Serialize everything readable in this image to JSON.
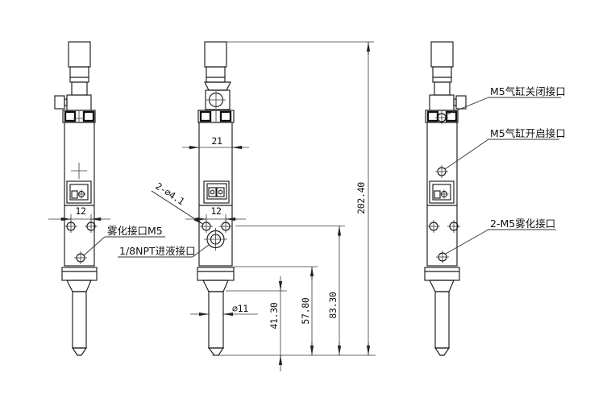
{
  "drawing": {
    "type": "engineering-three-view",
    "subject": "spray dispensing valve",
    "labels": {
      "atomizing_port": "雾化接口M5",
      "fluid_inlet": "1/8NPT进液接口",
      "mount_holes": "2-∅4.1",
      "cylinder_close_port": "M5气缸关闭接口",
      "cylinder_open_port": "M5气缸开启接口",
      "atomizing_ports": "2-M5雾化接口"
    },
    "dimensions": {
      "total_height": "202.40",
      "tip_to_port_center": "83.30",
      "tip_to_body_bottom": "57.80",
      "tip_to_needle_top": "41.30",
      "needle_diameter": "∅11",
      "body_width": "21",
      "hole_pitch_left": "12",
      "hole_pitch_front": "12"
    }
  }
}
